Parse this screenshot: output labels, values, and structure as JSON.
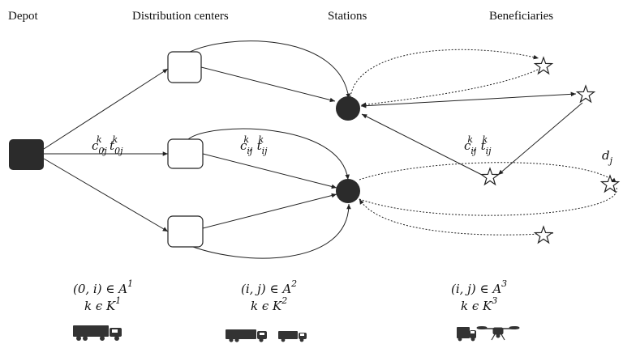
{
  "headers": {
    "depot": "Depot",
    "distribution_centers": "Distribution centers",
    "stations": "Stations",
    "beneficiaries": "Beneficiaries"
  },
  "edge_labels": {
    "c": "c",
    "t": "t",
    "k": "k",
    "sep": ", ",
    "sub_0j": "0j",
    "sub_ij": "ij",
    "demand_d": "d",
    "demand_sub": "j"
  },
  "sets": [
    {
      "arc": "(0, i) ∈ A",
      "arc_sup": "1",
      "fleet": "k ϵ K",
      "fleet_sup": "1"
    },
    {
      "arc": "(i, j) ∈ A",
      "arc_sup": "2",
      "fleet": "k ϵ K",
      "fleet_sup": "2"
    },
    {
      "arc": "(i, j) ∈ A",
      "arc_sup": "3",
      "fleet": "k ϵ K",
      "fleet_sup": "3"
    }
  ],
  "vehicle_icons": [
    "semi-trailer-truck-icon",
    "truck-icon",
    "box-truck-icon",
    "van-icon",
    "drone-icon"
  ],
  "colors": {
    "node_fill": "#2b2b2b",
    "stroke": "#222222",
    "background": "#ffffff"
  }
}
